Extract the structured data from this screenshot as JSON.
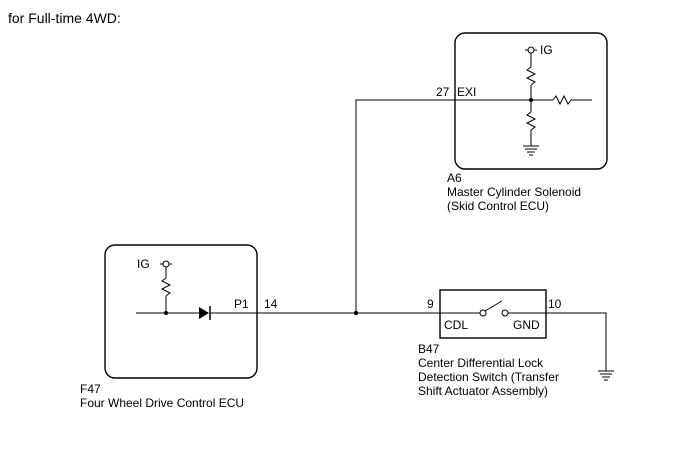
{
  "header": {
    "text": "for Full-time 4WD:"
  },
  "components": {
    "a6": {
      "code": "A6",
      "name_line1": "Master Cylinder Solenoid",
      "name_line2": "(Skid Control ECU)",
      "pin_number": "27",
      "pin_name": "EXI",
      "supply": "IG"
    },
    "f47": {
      "code": "F47",
      "name_line1": "Four Wheel Drive Control ECU",
      "pin_name": "P1",
      "pin_number": "14",
      "supply": "IG"
    },
    "b47": {
      "code": "B47",
      "name_line1": "Center Differential Lock",
      "name_line2": "Detection Switch (Transfer",
      "name_line3": "Shift Actuator Assembly)",
      "pin_left_number": "9",
      "pin_left_name": "CDL",
      "pin_right_number": "10",
      "pin_right_name": "GND"
    }
  }
}
